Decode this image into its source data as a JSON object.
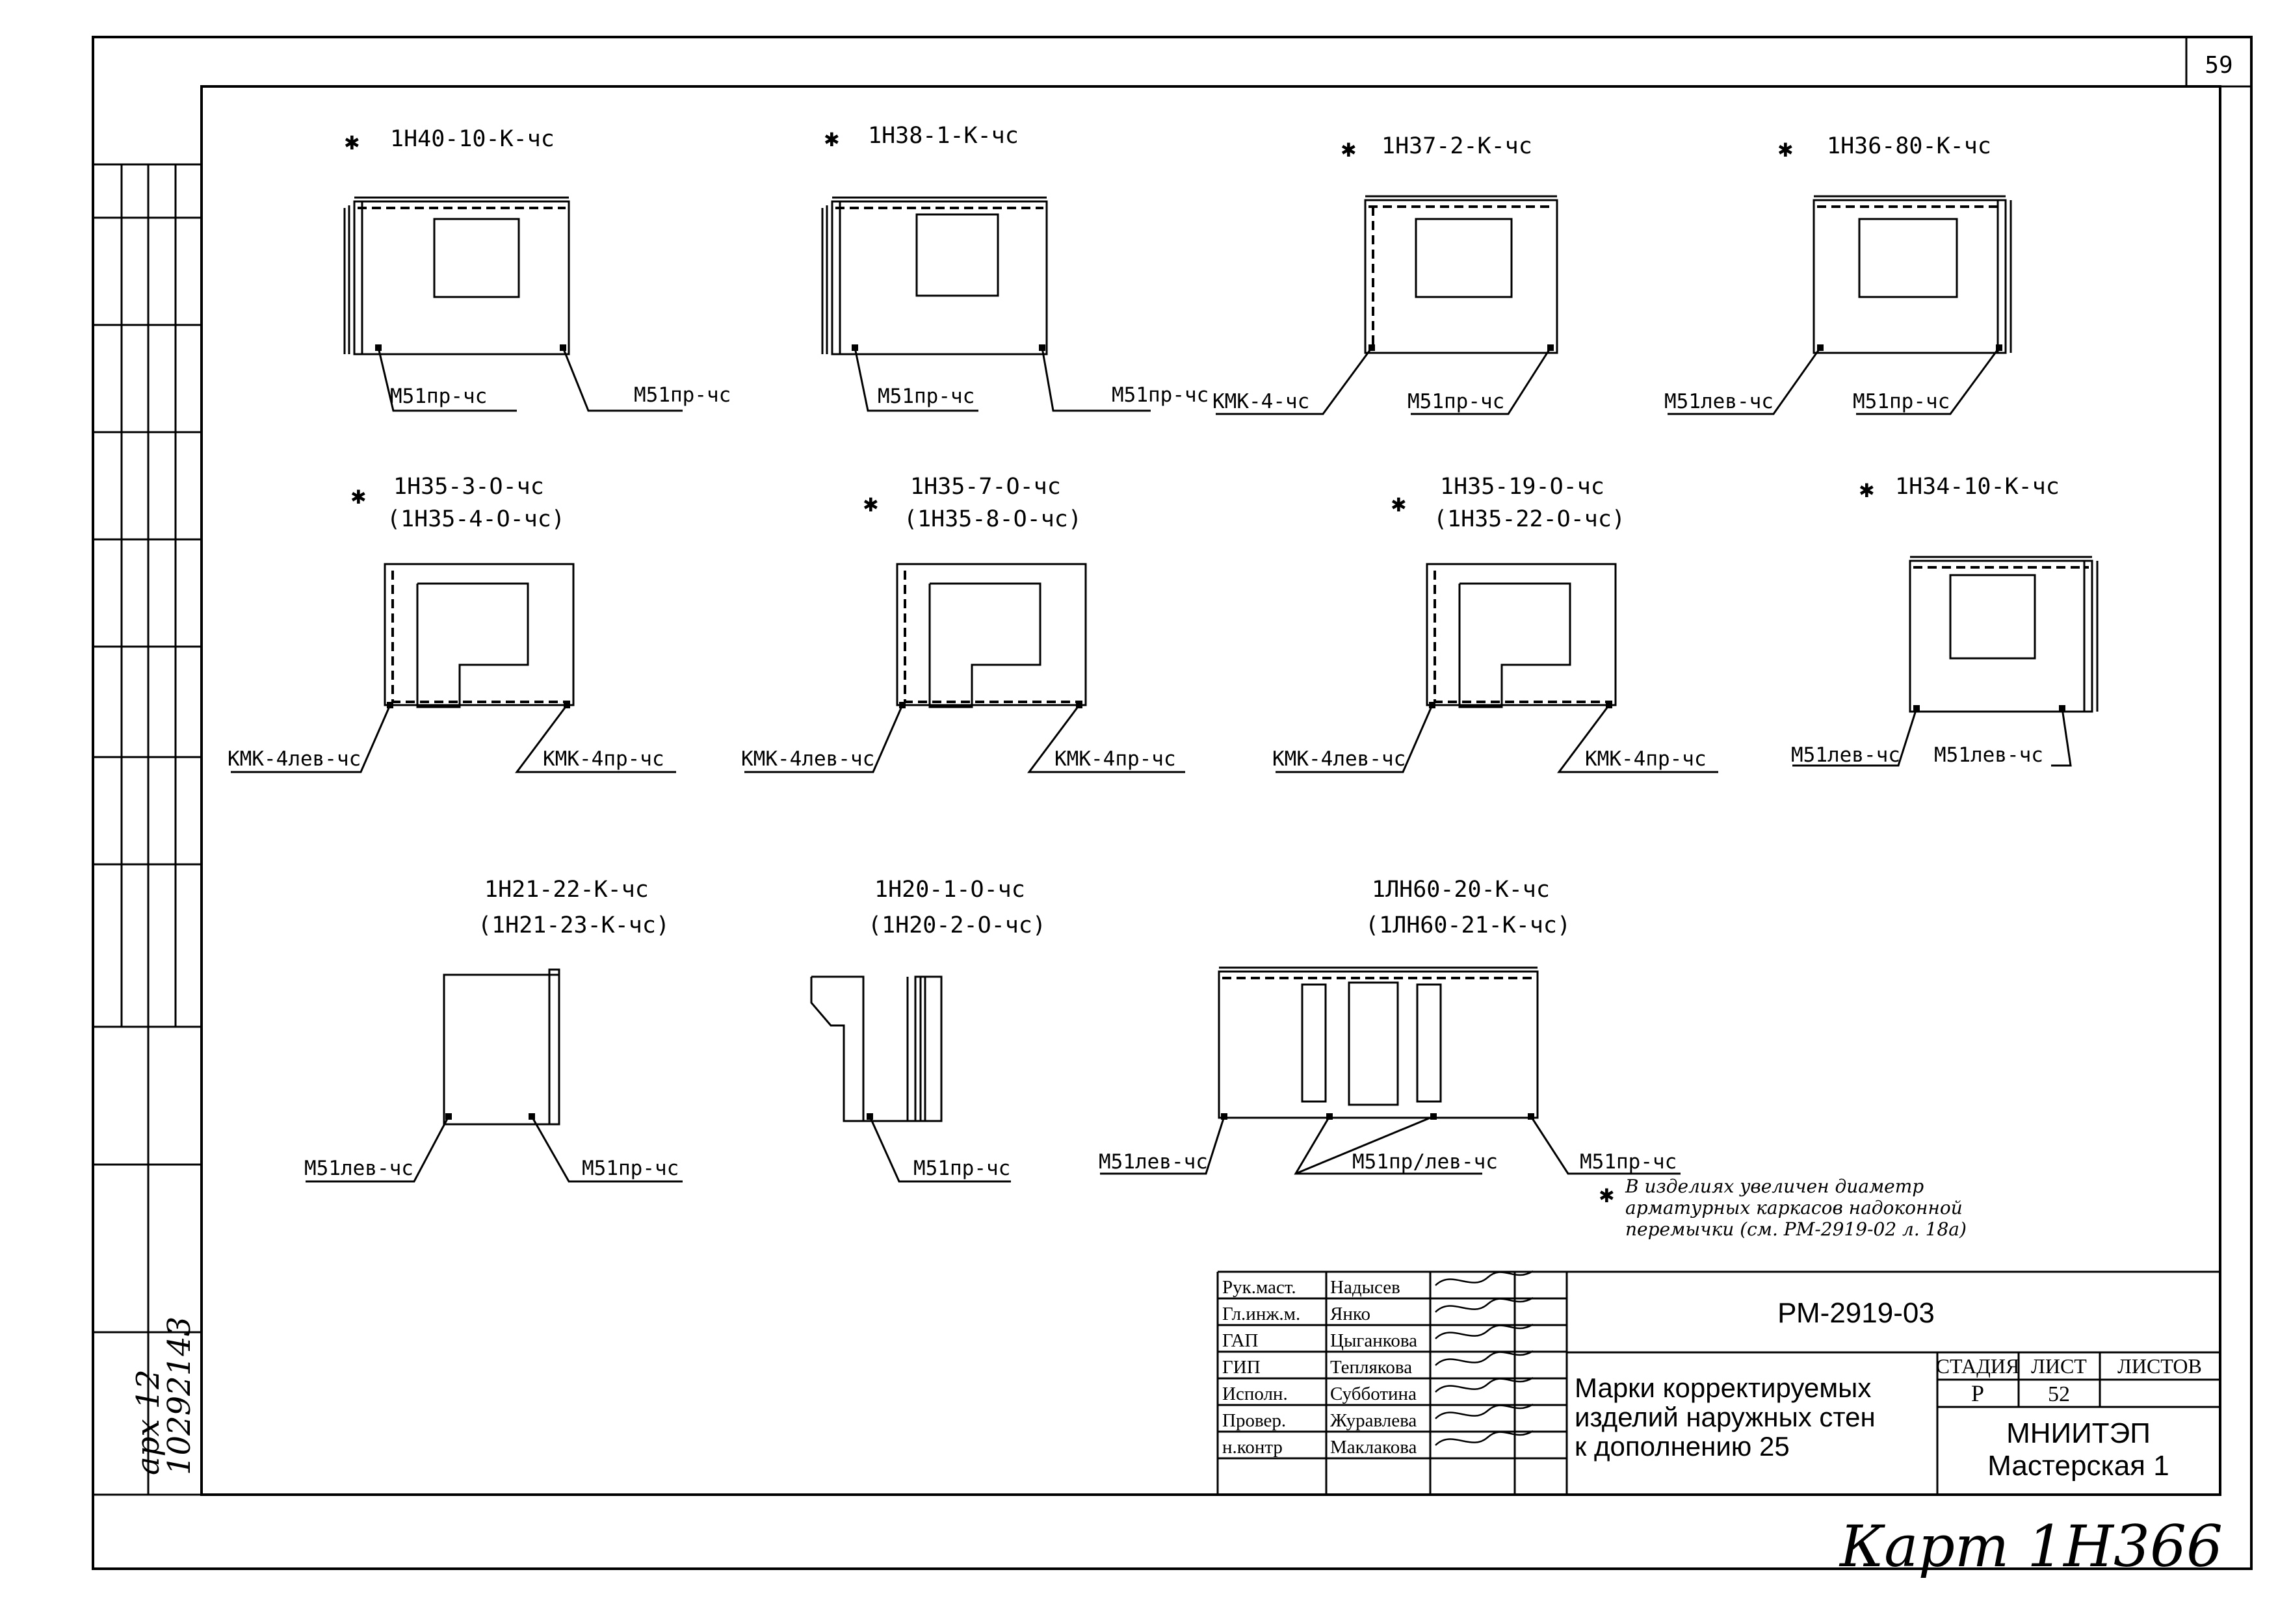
{
  "page_number": "59",
  "panels": [
    {
      "title": "1Н40-10-К-чс",
      "alt": "",
      "star": true,
      "left": "М51пр-чс",
      "right": "М51пр-чс"
    },
    {
      "title": "1Н38-1-К-чс",
      "alt": "",
      "star": true,
      "left": "М51пр-чс",
      "right": "М51пр-чс"
    },
    {
      "title": "1Н37-2-К-чс",
      "alt": "",
      "star": true,
      "left": "КМК-4-чс",
      "right": "М51пр-чс"
    },
    {
      "title": "1Н36-80-К-чс",
      "alt": "",
      "star": true,
      "left": "М51лев-чс",
      "right": "М51пр-чс"
    },
    {
      "title": "1Н35-3-О-чс",
      "alt": "(1Н35-4-О-чс)",
      "star": true,
      "left": "КМК-4лев-чс",
      "right": "КМК-4пр-чс"
    },
    {
      "title": "1Н35-7-О-чс",
      "alt": "(1Н35-8-О-чс)",
      "star": true,
      "left": "КМК-4лев-чс",
      "right": "КМК-4пр-чс"
    },
    {
      "title": "1Н35-19-О-чс",
      "alt": "(1Н35-22-О-чс)",
      "star": true,
      "left": "КМК-4лев-чс",
      "right": "КМК-4пр-чс"
    },
    {
      "title": "1Н34-10-К-чс",
      "alt": "",
      "star": true,
      "left": "М51лев-чс",
      "right": "М51лев-чс"
    },
    {
      "title": "1Н21-22-К-чс",
      "alt": "(1Н21-23-К-чс)",
      "star": false,
      "left": "М51лев-чс",
      "right": "М51пр-чс"
    },
    {
      "title": "1Н20-1-О-чс",
      "alt": "(1Н20-2-О-чс)",
      "star": false,
      "left": "",
      "right": "М51пр-чс"
    },
    {
      "title": "1ЛН60-20-К-чс",
      "alt": "(1ЛН60-21-К-чс)",
      "star": false,
      "left": "М51лев-чс",
      "middle": "М51пр/лев-чс",
      "right": "М51пр-чс"
    }
  ],
  "star_symbol": "✱",
  "note": {
    "line1": "В изделиях увеличен диаметр",
    "line2": "арматурных каркасов надоконной",
    "line3": "перемычки (см. РМ-2919-02 л. 18а)"
  },
  "title_block": {
    "roles": [
      {
        "role": "Рук.маст.",
        "name": "Надысев"
      },
      {
        "role": "Гл.инж.м.",
        "name": "Янко"
      },
      {
        "role": "ГАП",
        "name": "Цыганкова"
      },
      {
        "role": "ГИП",
        "name": "Теплякова"
      },
      {
        "role": "Исполн.",
        "name": "Субботина"
      },
      {
        "role": "Провер.",
        "name": "Журавлева"
      },
      {
        "role": "н.контр",
        "name": "Маклакова"
      }
    ],
    "code": "РМ-2919-03",
    "title_line1": "Марки корректируемых",
    "title_line2": "изделий наружных стен",
    "title_line3": "к дополнению 25",
    "stage_label": "СТАДИЯ",
    "sheet_label": "ЛИСТ",
    "sheets_label": "ЛИСТОВ",
    "stage": "Р",
    "sheet": "52",
    "sheets": "",
    "org_line1": "МНИИТЭП",
    "org_line2": "Мастерская 1"
  },
  "side_stamp": {
    "line1": "арх 12",
    "line2": "10292143"
  },
  "bottom_handwriting": "Карт 1Н366"
}
